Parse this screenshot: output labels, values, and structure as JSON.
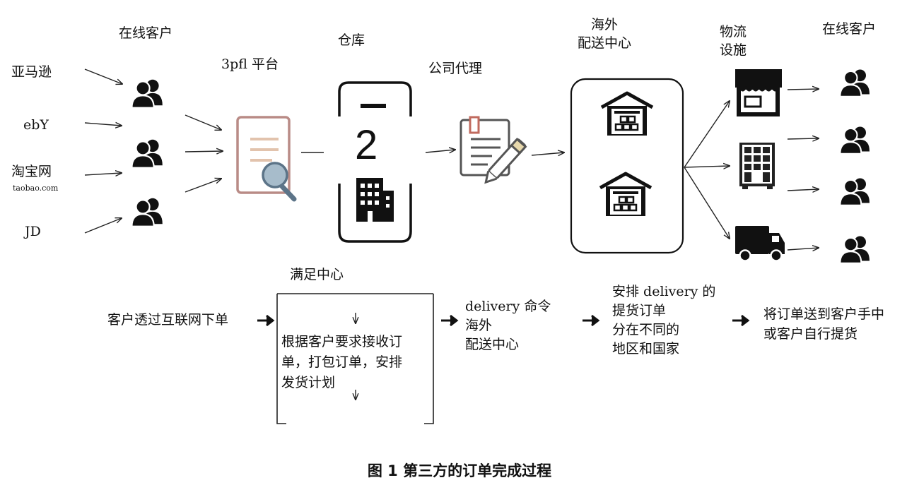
{
  "top_row": {
    "online_customers_left": "在线客户",
    "sources": [
      "亚马逊",
      "ebY",
      "淘宝网",
      "JD"
    ],
    "taobao_sub": "taobao.com",
    "platform": "3pfl 平台",
    "warehouse": "仓库",
    "warehouse_number": "2",
    "agent": "公司代理",
    "overseas_center": "海外\n配送中心",
    "logistics": "物流\n设施",
    "online_customers_right": "在线客户"
  },
  "bottom_row": {
    "fulfillment_title": "满足中心",
    "step_order": "客户透过互联网下单",
    "fulfillment_body": "根据客户要求接收订\n单，打包订单，安排\n发货计划",
    "step_delivery": "delivery 命令\n海外\n配送中心",
    "step_arrange": "安排 delivery 的\n提货订单\n分在不同的\n地区和国家",
    "step_final": "将订单送到客户手中\n或客户自行提货"
  },
  "caption": "图 1   第三方的订单完成过程"
}
